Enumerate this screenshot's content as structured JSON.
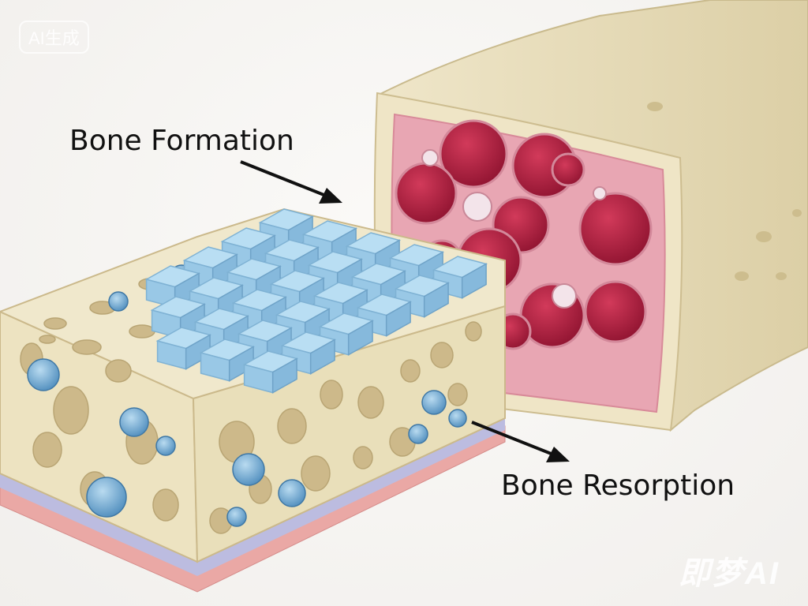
{
  "labels": {
    "formation": "Bone Formation",
    "resorption": "Bone Resorption"
  },
  "watermarks": {
    "badge": "AI生成",
    "logo": "即梦AI"
  },
  "colors": {
    "bone": "#ece3c4",
    "pore": "#c9b88e",
    "osteoblast_cube": "#a9d3ec",
    "osteoclast_cell": "#6fa6cf",
    "marrow": "#b3203f",
    "marrow_bg": "#e7a7b4",
    "periosteum": "#e9a9a6",
    "membrane": "#b9b9de"
  }
}
